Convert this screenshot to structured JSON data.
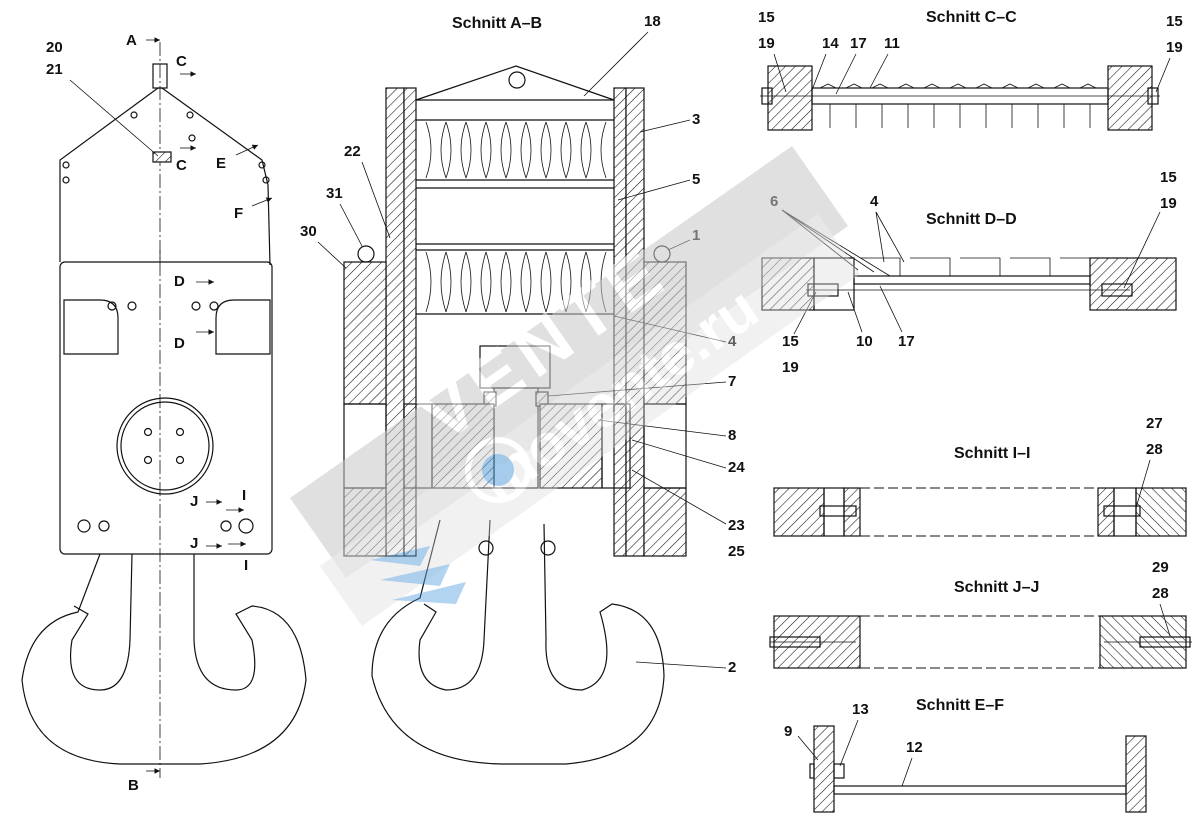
{
  "titles": {
    "ab": "Schnitt  A–B",
    "cc": "Schnitt  C–C",
    "dd": "Schnitt  D–D",
    "ii": "Schnitt  I–I",
    "jj": "Schnitt  J–J",
    "ef": "Schnitt  E–F"
  },
  "section_marks": {
    "a": "A",
    "b": "B",
    "c1": "C",
    "c2": "C",
    "e": "E",
    "f": "F",
    "d1": "D",
    "d2": "D",
    "j1": "J",
    "j2": "J",
    "i1": "I",
    "i2": "I"
  },
  "callouts": {
    "n20": "20",
    "n21": "21",
    "n18": "18",
    "n3": "3",
    "n5": "5",
    "n22": "22",
    "n31": "31",
    "n30": "30",
    "n1": "1",
    "n4": "4",
    "n7": "7",
    "n8": "8",
    "n24": "24",
    "n23": "23",
    "n25": "25",
    "n2": "2",
    "cc15l": "15",
    "cc19l": "19",
    "cc14": "14",
    "cc17": "17",
    "cc11": "11",
    "cc15r": "15",
    "cc19r": "19",
    "dd6": "6",
    "dd4": "4",
    "dd15r": "15",
    "dd19r": "19",
    "dd15l": "15",
    "dd19l": "19",
    "dd10": "10",
    "dd17": "17",
    "ii27": "27",
    "ii28": "28",
    "jj29": "29",
    "jj28": "28",
    "ef9": "9",
    "ef13": "13",
    "ef12": "12"
  },
  "watermark": {
    "brand": "VENTE",
    "domain": "movente.ru"
  }
}
